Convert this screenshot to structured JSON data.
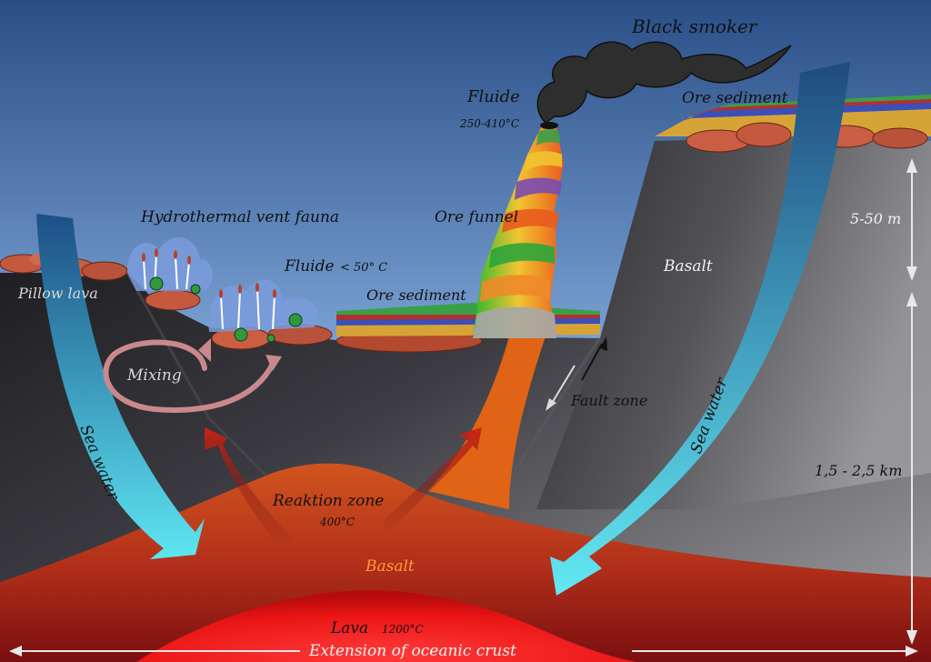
{
  "diagram": {
    "labels": {
      "black_smoker": "Black smoker",
      "ore_sediment_top": "Ore sediment",
      "fluide_hot": "Fluide",
      "fluide_hot_temp": "250-410°C",
      "ore_funnel": "Ore funnel",
      "vent_fauna": "Hydrothermal vent fauna",
      "fluide_cool": "Fluide",
      "fluide_cool_temp": "< 50° C",
      "ore_sediment_mid": "Ore sediment",
      "pillow_lava": "Pillow lava",
      "mixing": "Mixing",
      "basalt_upper": "Basalt",
      "fault_zone": "Fault zone",
      "sea_water_left": "Sea water",
      "sea_water_right": "Sea water",
      "depth_shallow": "5-50 m",
      "depth_deep": "1,5 - 2,5 km",
      "reaction_zone": "Reaktion zone",
      "reaction_temp": "400°C",
      "basalt_lower": "Basalt",
      "lava": "Lava",
      "lava_temp": "1200°C",
      "extension": "Extension of oceanic crust"
    },
    "colors": {
      "sky_top": "#2a4e86",
      "sky_bottom": "#b9d7f2",
      "rock_dark": "#1e1e22",
      "rock_light": "#8e8e92",
      "basalt_red": "#b3381c",
      "lava_red": "#ff2424",
      "sea_water_arrow": "#5de3f0",
      "smoke": "#2e2e2e"
    }
  }
}
